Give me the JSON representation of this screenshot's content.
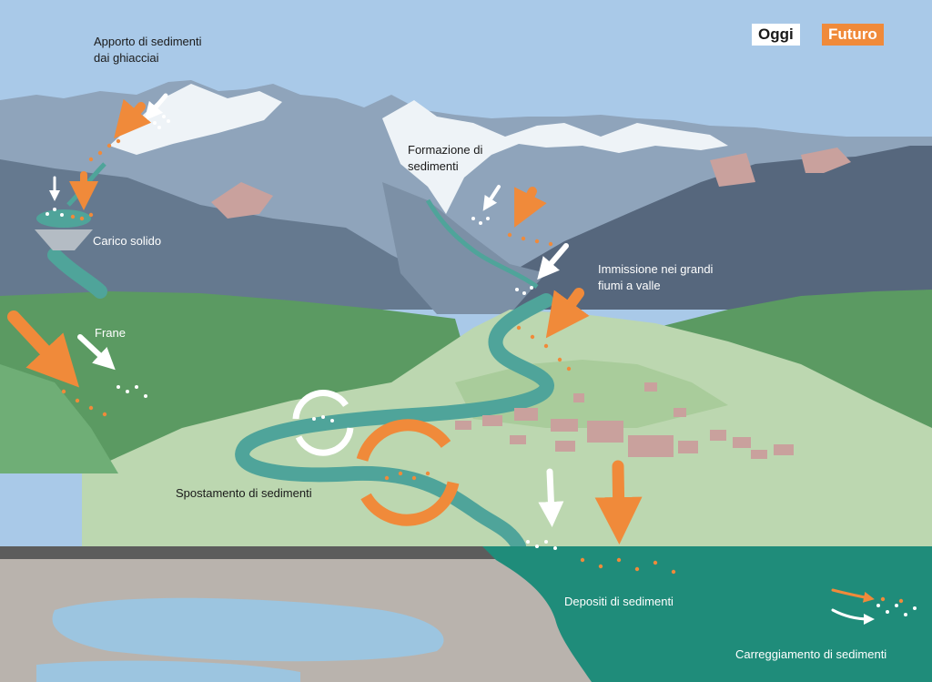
{
  "legend": {
    "today": "Oggi",
    "future": "Futuro"
  },
  "labels": {
    "glacier_supply": [
      "Apporto di sedimenti",
      "dai ghiacciai"
    ],
    "sediment_formation": [
      "Formazione di",
      "sedimenti"
    ],
    "solid_load": "Carico solido",
    "river_input": [
      "Immissione nei grandi",
      "fiumi a valle"
    ],
    "landslides": "Frane",
    "sediment_displacement": "Spostamento di sedimenti",
    "sediment_deposits": "Depositi di sedimenti",
    "sediment_transport": "Carreggiamento di sedimenti"
  },
  "colors": {
    "today": "#ffffff",
    "future": "#f08a3a",
    "lake": "#1f8c7a",
    "river": "#4fa49a"
  }
}
